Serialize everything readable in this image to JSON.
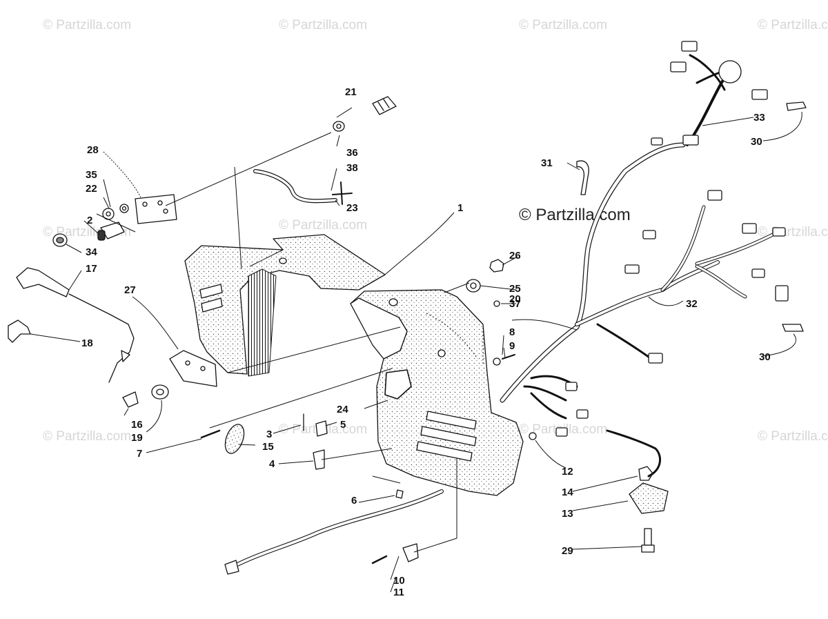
{
  "watermarks": {
    "brand": "© Partzilla.com",
    "center": "© Partzilla.com"
  },
  "callouts": {
    "c1": "1",
    "c2": "2",
    "c3": "3",
    "c4": "4",
    "c5": "5",
    "c6": "6",
    "c7": "7",
    "c8": "8",
    "c9": "9",
    "c10": "10",
    "c11": "11",
    "c12": "12",
    "c13": "13",
    "c14": "14",
    "c15": "15",
    "c16": "16",
    "c17": "17",
    "c18": "18",
    "c19": "19",
    "c20": "20",
    "c21": "21",
    "c22": "22",
    "c23": "23",
    "c24": "24",
    "c25": "25",
    "c26": "26",
    "c27": "27",
    "c28": "28",
    "c29": "29",
    "c30a": "30",
    "c30b": "30",
    "c31": "31",
    "c32": "32",
    "c33": "33",
    "c34": "34",
    "c35": "35",
    "c36": "36",
    "c37": "37",
    "c38": "38"
  },
  "colors": {
    "ink": "#111111",
    "stipple": "#555555",
    "watermark": "#d6d6d6"
  }
}
